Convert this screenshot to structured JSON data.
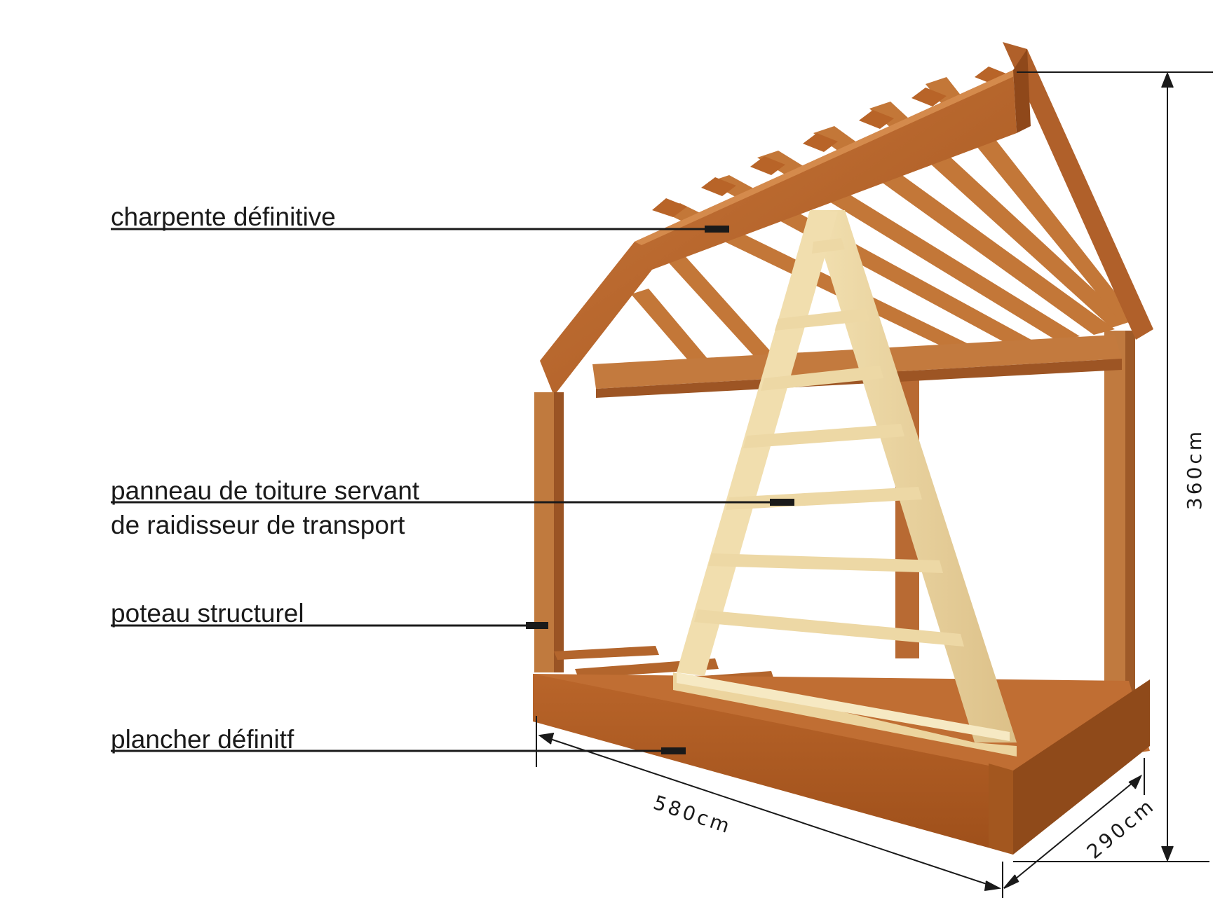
{
  "labels": {
    "roof_frame": "charpente définitive",
    "panel_line1": "panneau de toiture servant",
    "panel_line2": "de raidisseur de transport",
    "post": "poteau structurel",
    "floor": "plancher définitf"
  },
  "dimensions": {
    "height": "360cm",
    "length": "580cm",
    "width": "290cm"
  },
  "colors": {
    "wood_dark": "#a8571f",
    "wood_mid": "#c06a2b",
    "wood_light": "#d98c4a",
    "panel_wood": "#e6cf95",
    "panel_wood_light": "#f3e3b5",
    "ink": "#1a1a1a"
  }
}
